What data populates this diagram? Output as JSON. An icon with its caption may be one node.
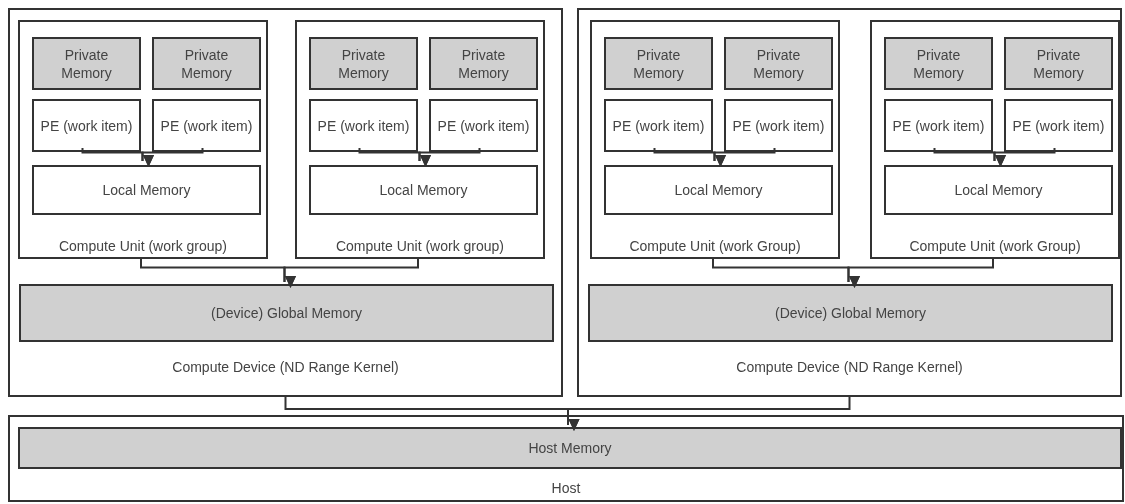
{
  "diagram": {
    "nodes": [
      {
        "text": [
          "Compute Device (ND Range Kernel)"
        ]
      },
      {
        "text": [
          "Compute Unit (work group)"
        ],
        "in": 0
      },
      {
        "text": [
          "Private Memory"
        ],
        "in": 1
      },
      {
        "text": [
          "Private Memory"
        ],
        "in": 1
      },
      {
        "text": [
          "PE (work item)"
        ],
        "in": 1
      },
      {
        "text": [
          "PE (work item)"
        ],
        "in": 1
      },
      {
        "text": [
          "Local Memory"
        ],
        "in": 1
      },
      {
        "text": [
          "Compute Unit (work group)"
        ],
        "in": 0
      },
      {
        "text": [
          "Private Memory"
        ],
        "in": 7
      },
      {
        "text": [
          "Private Memory"
        ],
        "in": 7
      },
      {
        "text": [
          "PE (work item)"
        ],
        "in": 7
      },
      {
        "text": [
          "PE (work item)"
        ],
        "in": 7
      },
      {
        "text": [
          "Local Memory"
        ],
        "in": 7
      },
      {
        "text": [
          "(Device) Global Memory"
        ],
        "in": 0
      },
      {
        "text": [
          "Compute Device (ND Range Kernel)"
        ]
      },
      {
        "text": [
          "Compute Unit (work Group)"
        ],
        "in": 14
      },
      {
        "text": [
          "Private Memory"
        ],
        "in": 15
      },
      {
        "text": [
          "Private Memory"
        ],
        "in": 15
      },
      {
        "text": [
          "PE (work item)"
        ],
        "in": 15
      },
      {
        "text": [
          "PE (work item)"
        ],
        "in": 15
      },
      {
        "text": [
          "Local Memory"
        ],
        "in": 15
      },
      {
        "text": [
          "Compute Unit (work Group)"
        ],
        "in": 14
      },
      {
        "text": [
          "Private Memory"
        ],
        "in": 21
      },
      {
        "text": [
          "Private Memory"
        ],
        "in": 21
      },
      {
        "text": [
          "PE (work item)"
        ],
        "in": 21
      },
      {
        "text": [
          "PE (work item)"
        ],
        "in": 21
      },
      {
        "text": [
          "Local Memory"
        ],
        "in": 21
      },
      {
        "text": [
          "(Device) Global Memory"
        ],
        "in": 14
      },
      {
        "text": [
          "Host"
        ]
      },
      {
        "text": [
          "Host Memory"
        ],
        "in": 28
      }
    ],
    "edges": [
      {
        "from": 4,
        "to": 6,
        "arrow": "to"
      },
      {
        "from": 5,
        "to": 6,
        "arrow": "to"
      },
      {
        "from": 10,
        "to": 12,
        "arrow": "to"
      },
      {
        "from": 11,
        "to": 12,
        "arrow": "to"
      },
      {
        "from": 18,
        "to": 20,
        "arrow": "to"
      },
      {
        "from": 19,
        "to": 20,
        "arrow": "to"
      },
      {
        "from": 24,
        "to": 26,
        "arrow": "to"
      },
      {
        "from": 25,
        "to": 26,
        "arrow": "to"
      },
      {
        "from": 1,
        "to": 13,
        "arrow": "to"
      },
      {
        "from": 7,
        "to": 13,
        "arrow": "to"
      },
      {
        "from": 15,
        "to": 27,
        "arrow": "to"
      },
      {
        "from": 21,
        "to": 27,
        "arrow": "to"
      },
      {
        "from": 0,
        "to": 29,
        "arrow": "to"
      },
      {
        "from": 14,
        "to": 29,
        "arrow": "to"
      }
    ]
  }
}
